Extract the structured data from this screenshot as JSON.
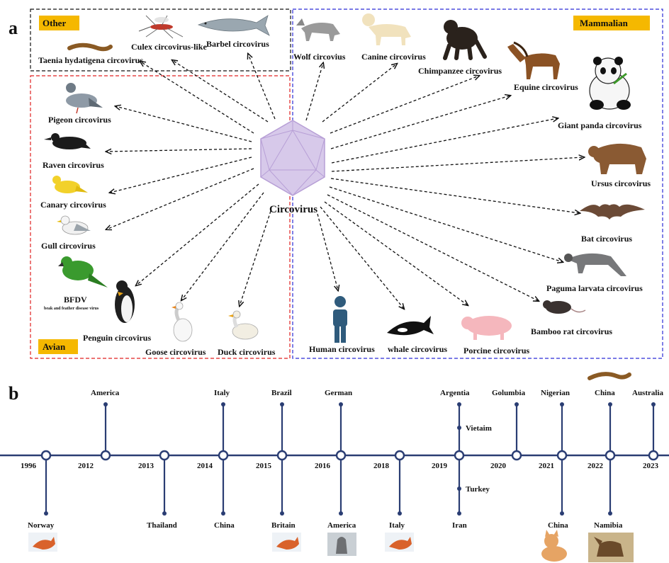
{
  "panel_a": {
    "panel_label": "a",
    "center_label": "Circovirus",
    "groups": {
      "other": "Other",
      "mammalian": "Mammalian",
      "avian": "Avian"
    },
    "hosts": {
      "taenia": "Taenia hydatigena circovirus",
      "culex": "Culex circovirus-like",
      "barbel": "Barbel circovirus",
      "pigeon": "Pigeon circovirus",
      "raven": "Raven circovirus",
      "canary": "Canary circovirus",
      "gull": "Gull circovirus",
      "bfdv": "BFDV",
      "bfdv_full": "beak and feather disease virus",
      "penguin": "Penguin circovirus",
      "goose": "Goose circovirus",
      "duck": "Duck circovirus",
      "wolf": "Wolf circovius",
      "canine": "Canine circovirus",
      "chimpanzee": "Chimpanzee circovirus",
      "equine": "Equine circovirus",
      "panda": "Giant panda circovirus",
      "ursus": "Ursus circovirus",
      "bat": "Bat circovirus",
      "paguma": "Paguma larvata circovirus",
      "bamboo_rat": "Bamboo rat circovirus",
      "human": "Human circovirus",
      "whale": "whale circovirus",
      "porcine": "Porcine circovirus"
    },
    "colors": {
      "other_border": "#111111",
      "avian_border": "#e02020",
      "mammalian_border": "#2b2bd6",
      "tag_fill": "#f5b800",
      "virus_fill": "#d7c9ea",
      "virus_stroke": "#b79fd6"
    }
  },
  "panel_b": {
    "panel_label": "b",
    "years": [
      "1996",
      "2012",
      "2013",
      "2014",
      "2015",
      "2016",
      "2018",
      "2019",
      "2020",
      "2021",
      "2022",
      "2023"
    ],
    "top_countries": {
      "america": "America",
      "italy": "Italy",
      "brazil": "Brazil",
      "german": "German",
      "argentia": "Argentia",
      "vietaim": "Vietaim",
      "golumbia": "Golumbia",
      "nigerian": "Nigerian",
      "china": "China",
      "australia": "Australia"
    },
    "bottom_countries": {
      "norway": "Norway",
      "thailand": "Thailand",
      "china_2014": "China",
      "britain": "Britain",
      "america": "America",
      "italy": "Italy",
      "turkey": "Turkey",
      "iran": "Iran",
      "china_2021": "China",
      "namibia": "Namibia"
    },
    "colors": {
      "timeline": "#2a3d73"
    }
  }
}
